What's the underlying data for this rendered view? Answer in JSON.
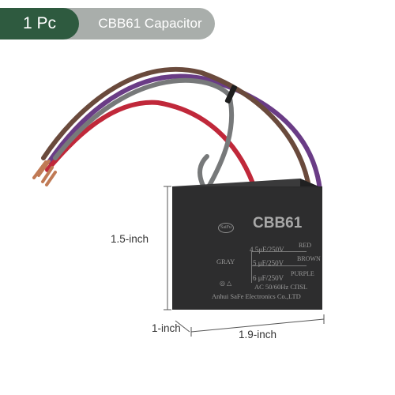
{
  "badge": {
    "quantity": "1 Pc",
    "product": "CBB61 Capacitor",
    "colors": {
      "quantity_bg": "#2e5a3f",
      "product_bg": "#a9aeab",
      "text": "#ffffff"
    }
  },
  "capacitor": {
    "logo": "SaiFu",
    "model": "CBB61",
    "ratings": [
      {
        "value": "4.5μF/250V",
        "wire": "RED"
      },
      {
        "value": "5 μF/250V",
        "wire": "BROWN"
      },
      {
        "value": "6 μF/250V",
        "wire": "PURPLE"
      }
    ],
    "common_wire": "GRAY",
    "spec_line": "AC 50/60Hz CΠSL",
    "manufacturer": "Anhui SaFe Electronics Co.,LTD",
    "body_color": "#2b2b2c",
    "wire_colors": {
      "gray": "#77797a",
      "brown": "#6a4a3c",
      "red": "#c0283a",
      "purple": "#6a3c86",
      "copper": "#c07a55"
    }
  },
  "dimensions": {
    "height": "1.5-inch",
    "depth": "1-inch",
    "width": "1.9-inch"
  }
}
